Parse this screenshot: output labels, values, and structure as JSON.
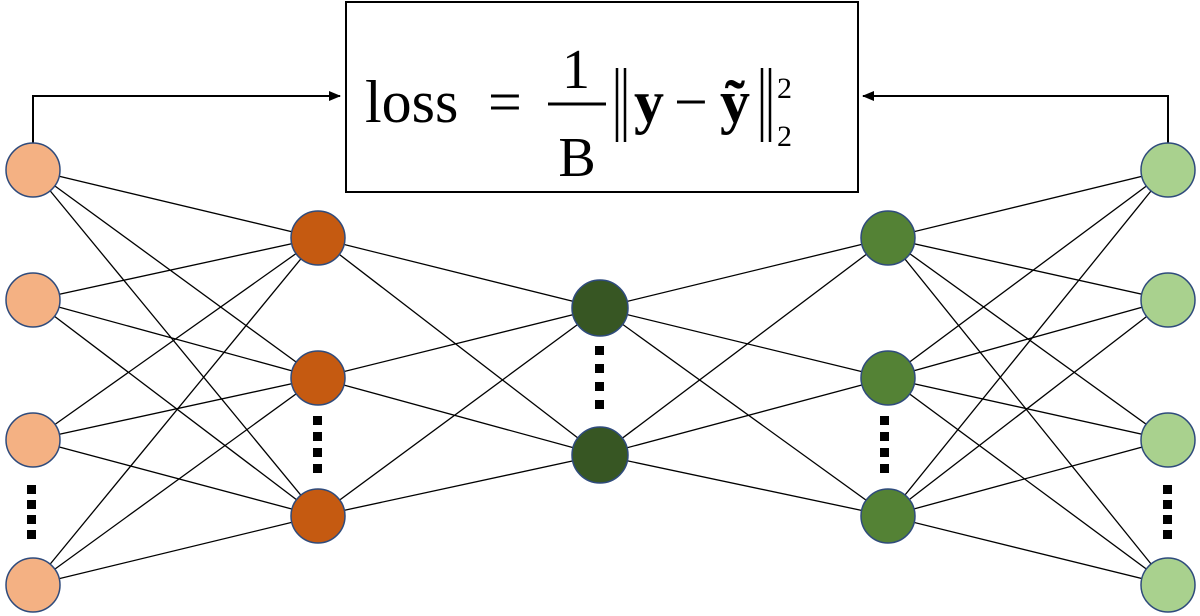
{
  "formula": {
    "lhs": "loss",
    "equals": "=",
    "numerator": "1",
    "denominator": "B",
    "y": "y",
    "minus": "−",
    "y_tilde": "ỹ",
    "superscript": "2",
    "subscript": "2"
  },
  "colors": {
    "input": "#f4b183",
    "encoder": "#c55a11",
    "latent": "#375623",
    "decoder": "#548235",
    "output": "#a9d18e",
    "edge": "#000000",
    "node_stroke": "#2f4b7c"
  }
}
